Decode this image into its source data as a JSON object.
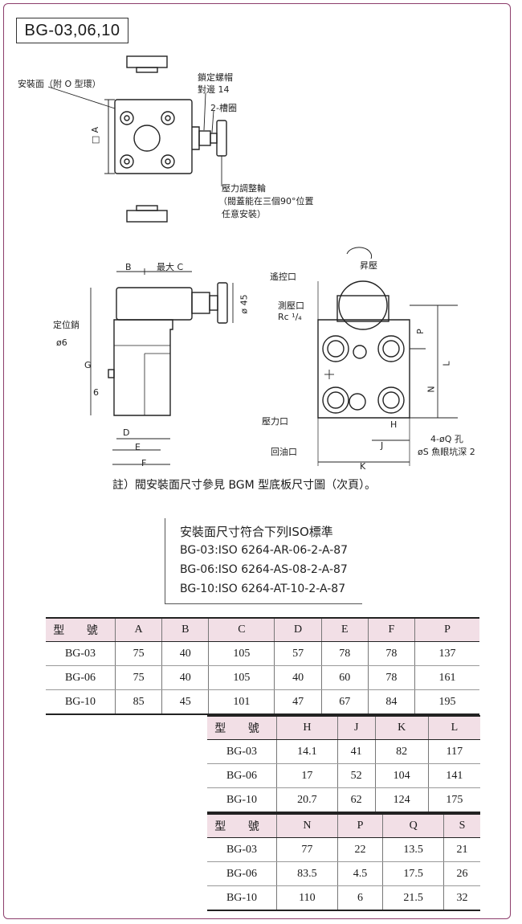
{
  "title": "BG-03,06,10",
  "drawing": {
    "labels": {
      "mount_face": "安裝面（附 O 型環）",
      "lock_nut": "鎖定螺帽",
      "across_flats": "對邊 14",
      "o_ring": "2-槽圈",
      "pressure_wheel": "壓力調整輪",
      "wheel_note_1": "（閥蓋能在三個90°位置",
      "wheel_note_2": "任意安裝）",
      "dim_A": "□ A",
      "dim_B": "B",
      "dim_maxC": "最大 C",
      "dim_phi45": "ø 45",
      "locating_pin": "定位銷",
      "phi6": "ø6",
      "dim_G": "G",
      "dim_6": "6",
      "dim_D": "D",
      "dim_E": "E",
      "dim_F": "F",
      "pressure_rise": "昇壓",
      "remote_port": "遙控口",
      "gauge_port": "測壓口",
      "rc": "Rc ¹/₄",
      "dim_P": "P",
      "dim_L": "L",
      "dim_N": "N",
      "dim_H": "H",
      "dim_J": "J",
      "dim_K": "K",
      "pressure_port": "壓力口",
      "return_port": "回油口",
      "hole_note": "4-øQ 孔",
      "spot_face": "øS 魚眼坑深 2"
    },
    "note": "註）閥安裝面尺寸參見 BGM 型底板尺寸圖（次頁）。"
  },
  "iso": {
    "heading": "安裝面尺寸符合下列ISO標準",
    "lines": [
      "BG-03:ISO 6264-AR-06-2-A-87",
      "BG-06:ISO 6264-AS-08-2-A-87",
      "BG-10:ISO 6264-AT-10-2-A-87"
    ]
  },
  "table1": {
    "headers": [
      "型 號",
      "A",
      "B",
      "C",
      "D",
      "E",
      "F",
      "P"
    ],
    "rows": [
      [
        "BG-03",
        "75",
        "40",
        "105",
        "57",
        "78",
        "78",
        "137"
      ],
      [
        "BG-06",
        "75",
        "40",
        "105",
        "40",
        "60",
        "78",
        "161"
      ],
      [
        "BG-10",
        "85",
        "45",
        "101",
        "47",
        "67",
        "84",
        "195"
      ]
    ]
  },
  "table2": {
    "headers": [
      "型 號",
      "H",
      "J",
      "K",
      "L"
    ],
    "rows": [
      [
        "BG-03",
        "14.1",
        "41",
        "82",
        "117"
      ],
      [
        "BG-06",
        "17",
        "52",
        "104",
        "141"
      ],
      [
        "BG-10",
        "20.7",
        "62",
        "124",
        "175"
      ]
    ]
  },
  "table3": {
    "headers": [
      "型 號",
      "N",
      "P",
      "Q",
      "S"
    ],
    "rows": [
      [
        "BG-03",
        "77",
        "22",
        "13.5",
        "21"
      ],
      [
        "BG-06",
        "83.5",
        "4.5",
        "17.5",
        "26"
      ],
      [
        "BG-10",
        "110",
        "6",
        "21.5",
        "32"
      ]
    ]
  },
  "colors": {
    "frame": "#8c3d6b",
    "header_bg": "#f2dfe6"
  }
}
